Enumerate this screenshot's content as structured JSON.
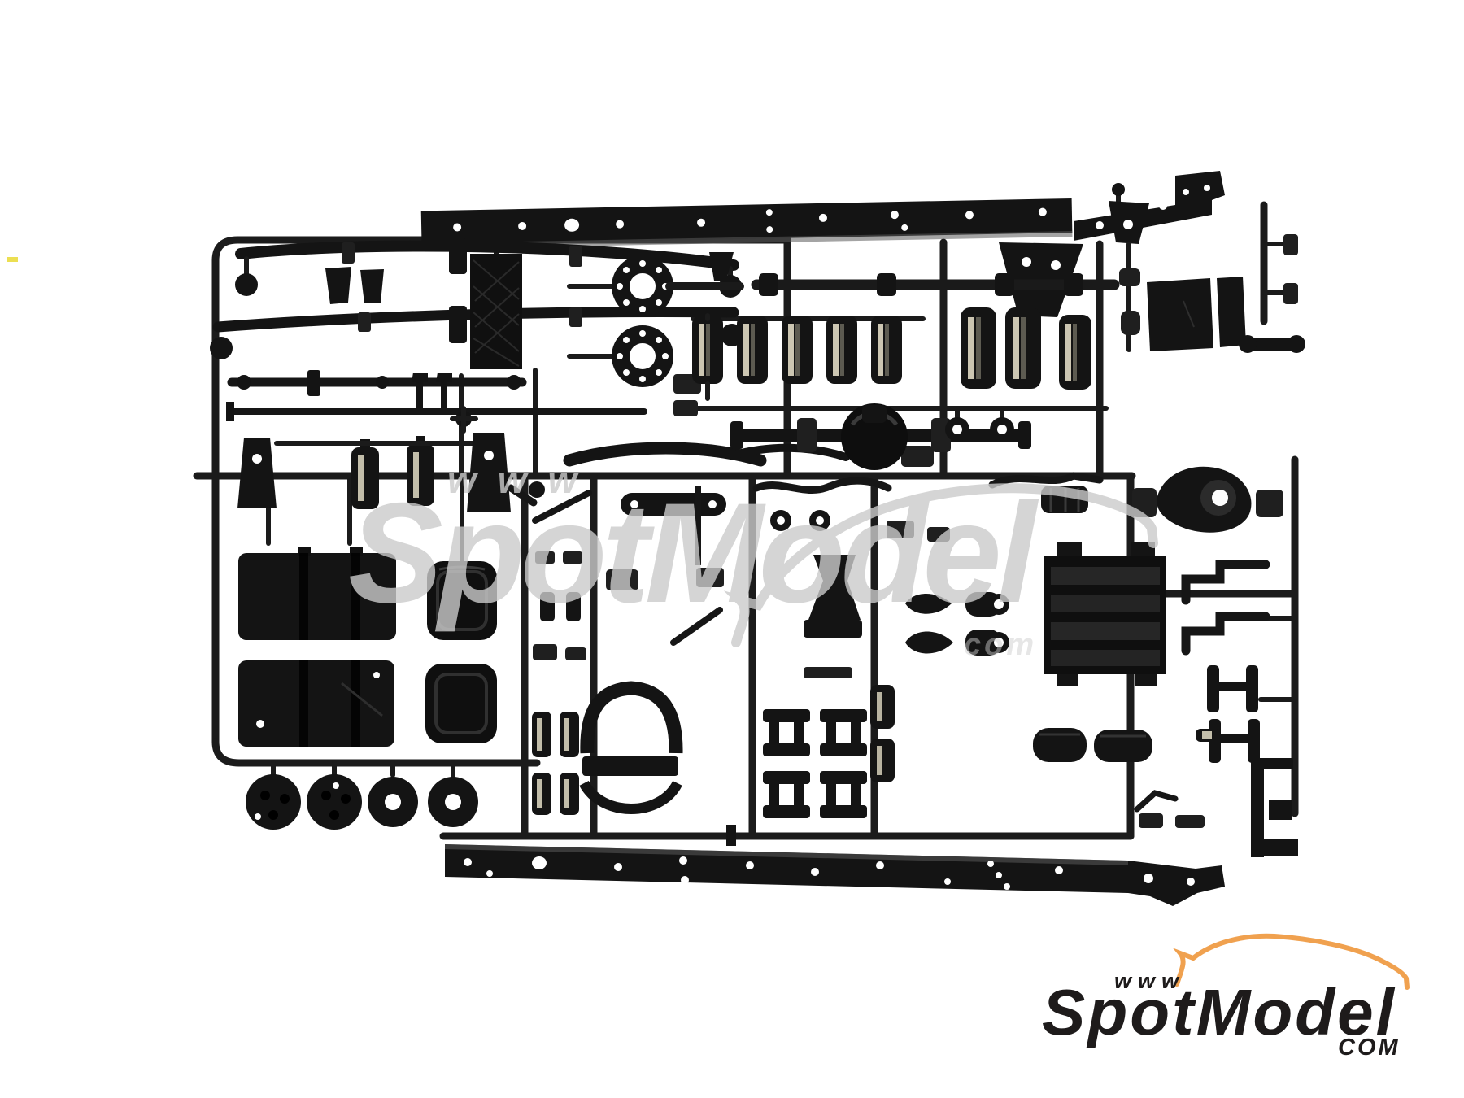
{
  "image": {
    "subject": "Black styrene model kit sprue with truck chassis parts: two ladder-frame rails, leaf springs, air tanks, drive shafts, rear axle with differential, fuel tanks, battery boxes, radiator panel, wheel hubs and mudguard"
  },
  "watermark": {
    "www": "www",
    "brand": "SpotModel",
    "com": "com"
  },
  "logo": {
    "www": "www",
    "brand": "SpotModel",
    "com": "COM"
  },
  "colors": {
    "accent_orange": "#F0A14F",
    "logo_black": "#1E1B1B",
    "watermark_gray": "#CBCBCB",
    "plastic_black": "#141414",
    "background": "#FFFFFF"
  }
}
